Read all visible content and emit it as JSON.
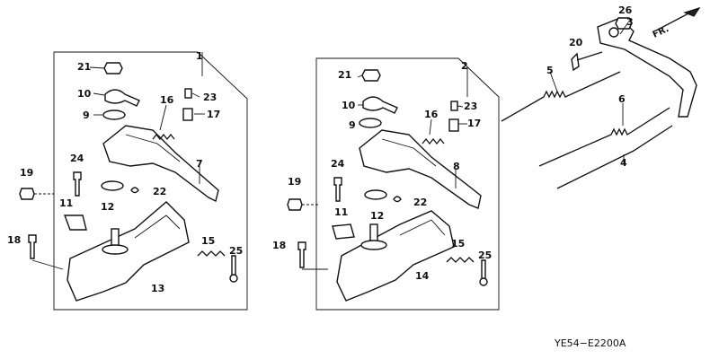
{
  "diagram": {
    "part_code": "YE54−E2200A",
    "front_marker": "FR.",
    "callouts": [
      "1",
      "2",
      "3",
      "4",
      "5",
      "6",
      "7",
      "8",
      "9",
      "10",
      "11",
      "12",
      "13",
      "14",
      "15",
      "16",
      "17",
      "18",
      "19",
      "20",
      "21",
      "22",
      "23",
      "24",
      "25",
      "26"
    ]
  }
}
